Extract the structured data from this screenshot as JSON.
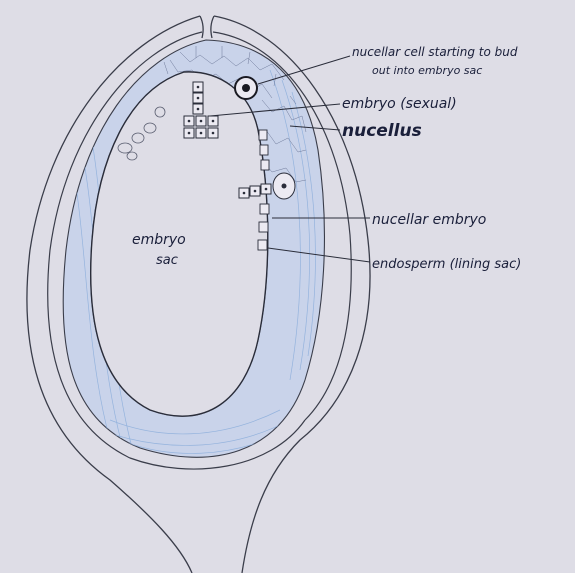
{
  "diagram": {
    "labels": {
      "nucellar_cell_line1": "nucellar cell starting to bud",
      "nucellar_cell_line2": "out into embryo sac",
      "embryo_sexual": "embryo (sexual)",
      "nucellus": "nucellus",
      "nucellar_embryo": "nucellar embryo",
      "endosperm": "endosperm (lining sac)",
      "embryo_sac_line1": "embryo",
      "embryo_sac_line2": "sac"
    },
    "colors": {
      "paper": "#dedde6",
      "ink": "#1a1f3a",
      "pencil": "#3a3d4a",
      "tissue_blue": "#8fb0dc",
      "tissue_fill": "#c9d3ea"
    }
  }
}
